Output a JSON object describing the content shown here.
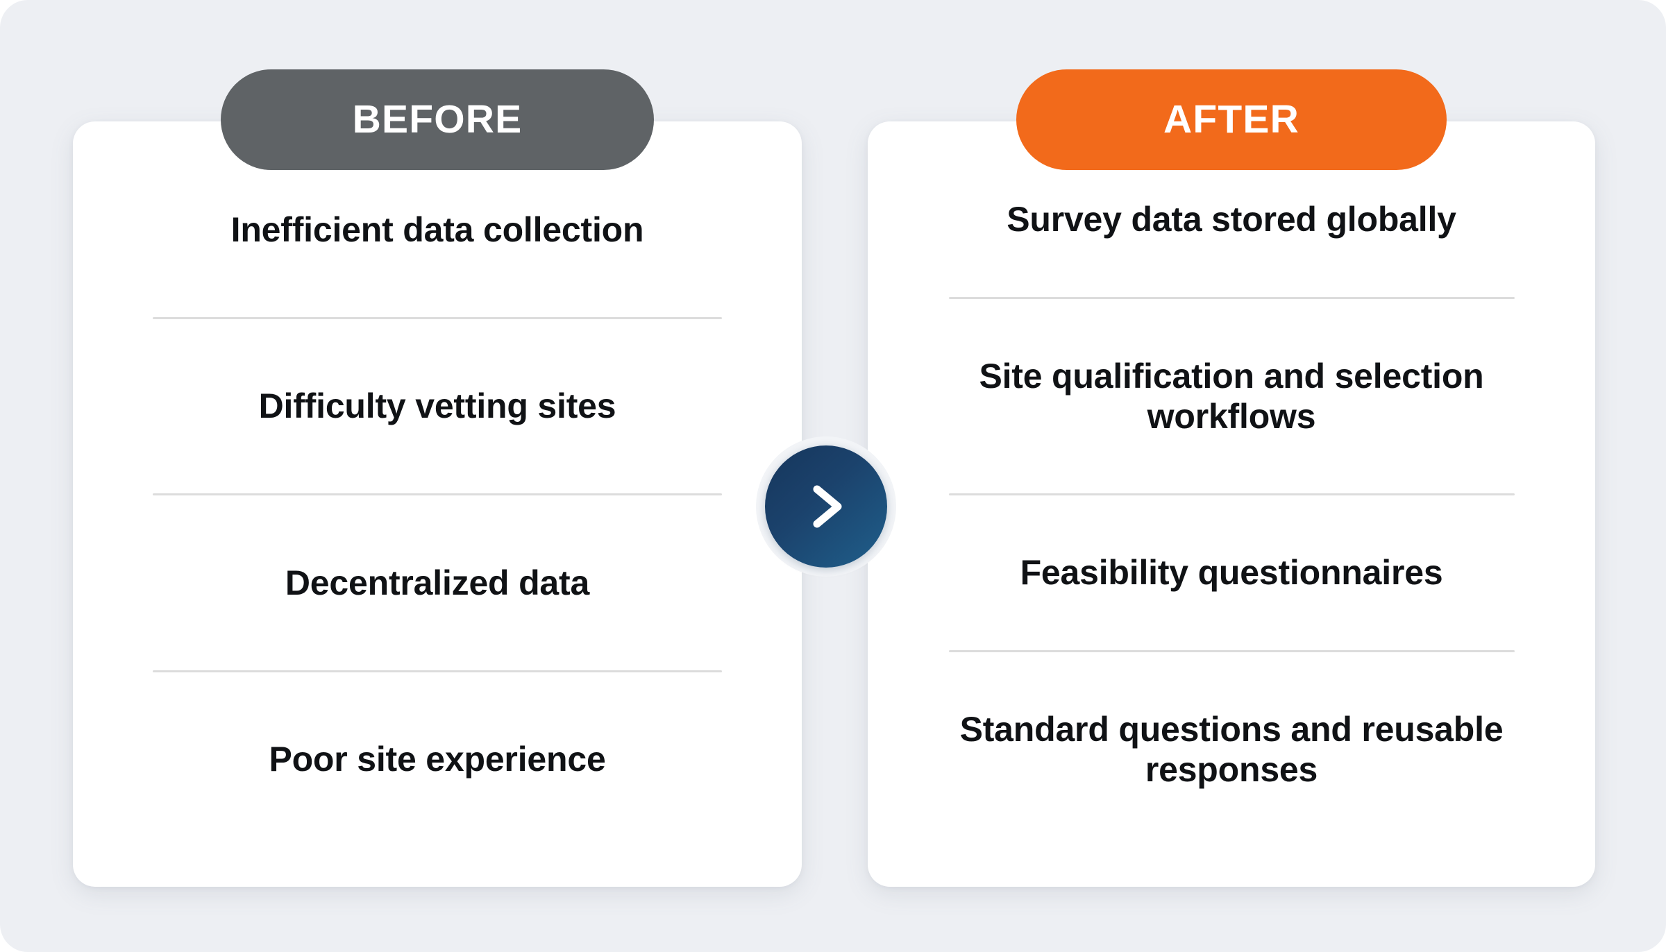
{
  "theme": {
    "page_background": "#edeff3",
    "card_background": "#ffffff",
    "before_accent": "#5f6366",
    "after_accent": "#f26a1b",
    "divider_color": "#dcdcdc",
    "text_color": "#101215",
    "badge_gradient_start": "#16365c",
    "badge_gradient_end": "#1f5f8b"
  },
  "columns": {
    "before": {
      "pill_label": "BEFORE",
      "items": [
        {
          "text": "Inefficient data collection"
        },
        {
          "text": "Difficulty vetting sites"
        },
        {
          "text": "Decentralized data"
        },
        {
          "text": "Poor site experience"
        }
      ]
    },
    "after": {
      "pill_label": "AFTER",
      "items": [
        {
          "text": "Survey data stored globally"
        },
        {
          "text": "Site qualification and selection workflows"
        },
        {
          "text": "Feasibility questionnaires"
        },
        {
          "text": "Standard questions and reusable responses"
        }
      ]
    }
  },
  "center_badge": {
    "icon": "chevron-right-icon"
  }
}
